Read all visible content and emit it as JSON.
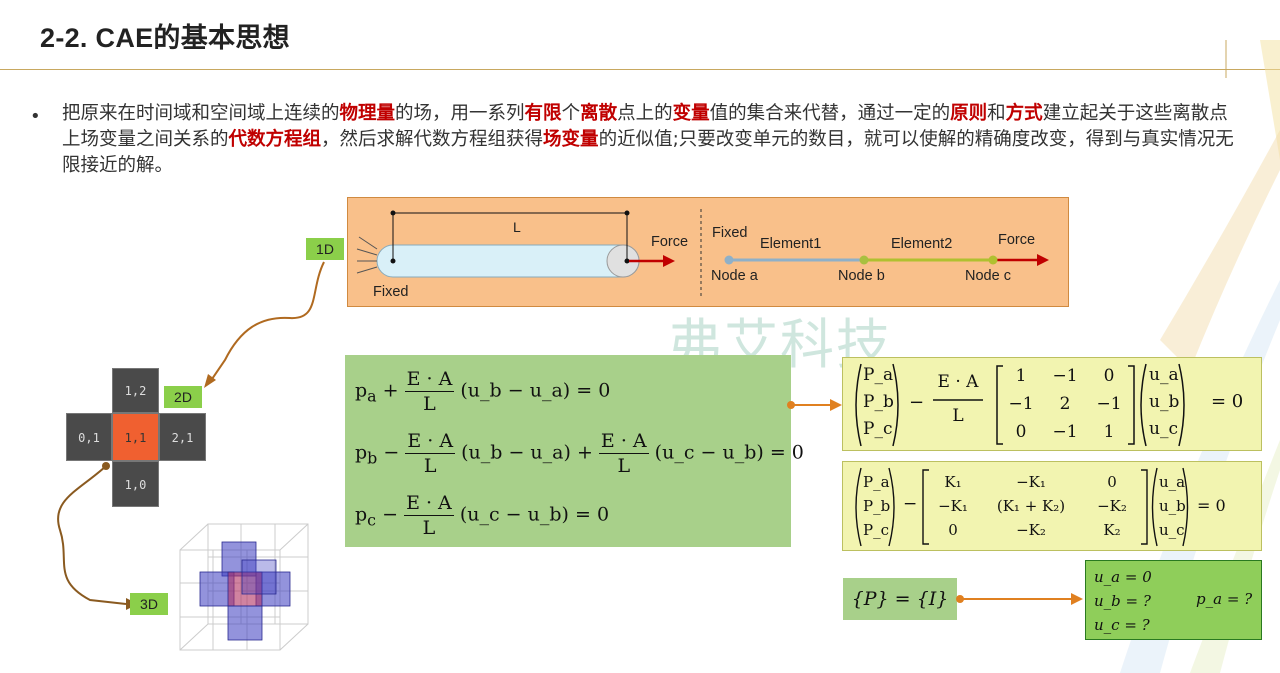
{
  "slide": {
    "title": "2-2. CAE的基本思想",
    "bullet": "•",
    "paragraph": [
      {
        "t": "把原来在时间域和空间域上连续的",
        "b": false
      },
      {
        "t": "物理量",
        "b": true
      },
      {
        "t": "的场，用一系列",
        "b": false
      },
      {
        "t": "有限",
        "b": true
      },
      {
        "t": "个",
        "b": false
      },
      {
        "t": "离散",
        "b": true
      },
      {
        "t": "点上的",
        "b": false
      },
      {
        "t": "变量",
        "b": true
      },
      {
        "t": "值的集合来代替，通过一定的",
        "b": false
      },
      {
        "t": "原则",
        "b": true
      },
      {
        "t": "和",
        "b": false
      },
      {
        "t": "方式",
        "b": true
      },
      {
        "t": "建立起关于这些离散点上场变量之间关系的",
        "b": false
      },
      {
        "t": "代数方程组",
        "b": true
      },
      {
        "t": "，然后求解代数方程组获得",
        "b": false
      },
      {
        "t": "场变量",
        "b": true
      },
      {
        "t": "的近似值;只要改变单元的数目，就可以使解的精确度改变，得到与真实情况无限接近的解。",
        "b": false
      }
    ],
    "watermark": "弗艾科技",
    "accent_red": "#c00000"
  },
  "diagram_1d": {
    "tag": "1D",
    "length_label": "L",
    "force_label_left": "Force",
    "fixed_label_left": "Fixed",
    "fixed_label_right": "Fixed",
    "element1": "Element1",
    "element2": "Element2",
    "force_label_right": "Force",
    "node_a": "Node a",
    "node_b": "Node b",
    "node_c": "Node c",
    "bg_color": "#f9c08a"
  },
  "diagram_2d": {
    "tag": "2D",
    "cells": {
      "top": "1,2",
      "left": "0,1",
      "center": "1,1",
      "right": "2,1",
      "bottom": "1,0"
    }
  },
  "diagram_3d": {
    "tag": "3D"
  },
  "equations": {
    "eq1": {
      "lhs": "p",
      "sub": "a",
      "sign1": "+",
      "num": "E · A",
      "den": "L",
      "paren": "(u_b − u_a)",
      "rhs": "= 0"
    },
    "eq2": {
      "lhs": "p",
      "sub": "b",
      "sign1": "−",
      "num": "E · A",
      "den": "L",
      "paren1": "(u_b − u_a)",
      "sign2": "+",
      "paren2": "(u_c − u_b)",
      "rhs": "= 0"
    },
    "eq3": {
      "lhs": "p",
      "sub": "c",
      "sign1": "−",
      "num": "E · A",
      "den": "L",
      "paren": "(u_c − u_b)",
      "rhs": "= 0"
    },
    "matrix1": {
      "p": [
        "P_a",
        "P_b",
        "P_c"
      ],
      "frac_num": "E · A",
      "frac_den": "L",
      "rows": [
        [
          "1",
          "−1",
          "0"
        ],
        [
          "−1",
          "2",
          "−1"
        ],
        [
          "0",
          "−1",
          "1"
        ]
      ],
      "u": [
        "u_a",
        "u_b",
        "u_c"
      ],
      "rhs": "= 0"
    },
    "matrix2": {
      "p": [
        "P_a",
        "P_b",
        "P_c"
      ],
      "rows": [
        [
          "K₁",
          "−K₁",
          "0"
        ],
        [
          "−K₁",
          "(K₁ + K₂)",
          "−K₂"
        ],
        [
          "0",
          "−K₂",
          "K₂"
        ]
      ],
      "u": [
        "u_a",
        "u_b",
        "u_c"
      ],
      "rhs": "= 0"
    },
    "pi": "{P} = {I}",
    "bc": {
      "l1": "u_a = 0",
      "l2": "u_b = ?",
      "l3": "u_c = ?",
      "r": "p_a = ?"
    }
  }
}
